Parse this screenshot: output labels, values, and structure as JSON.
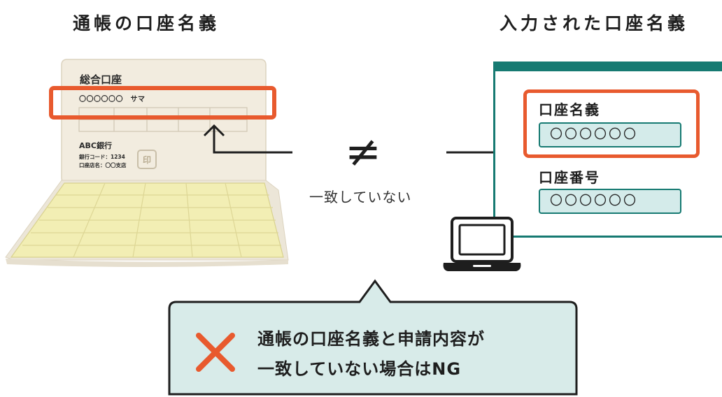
{
  "headings": {
    "left": "通帳の口座名義",
    "right": "入力された口座名義"
  },
  "passbook": {
    "account_type": "総合口座",
    "holder_name": "〇〇〇〇〇〇　サマ",
    "bank_name": "ABC銀行",
    "bank_code": "銀行コード：1234",
    "branch_name": "口座店名：〇〇支店",
    "seal": "印"
  },
  "comparison": {
    "symbol": "≠",
    "label": "一致していない"
  },
  "form": {
    "account_name_label": "口座名義",
    "account_name_value": "〇〇〇〇〇〇",
    "account_number_label": "口座番号",
    "account_number_value": "〇〇〇〇〇〇"
  },
  "callout": {
    "line1": "通帳の口座名義と申請内容が",
    "line2": "一致していない場合はNG"
  },
  "colors": {
    "highlight": "#e85a2e",
    "teal": "#167a72",
    "field_fill": "#d4ebea",
    "callout_fill": "#d8ebe9",
    "passbook_cover": "#f2ecdf",
    "passbook_page": "#f2eeb4"
  },
  "icons": {
    "left_arrow": "elbow-up-arrow-icon",
    "right_arrow": "right-arrow-icon",
    "computer": "laptop-icon",
    "ng_mark": "cross-mark-icon"
  }
}
